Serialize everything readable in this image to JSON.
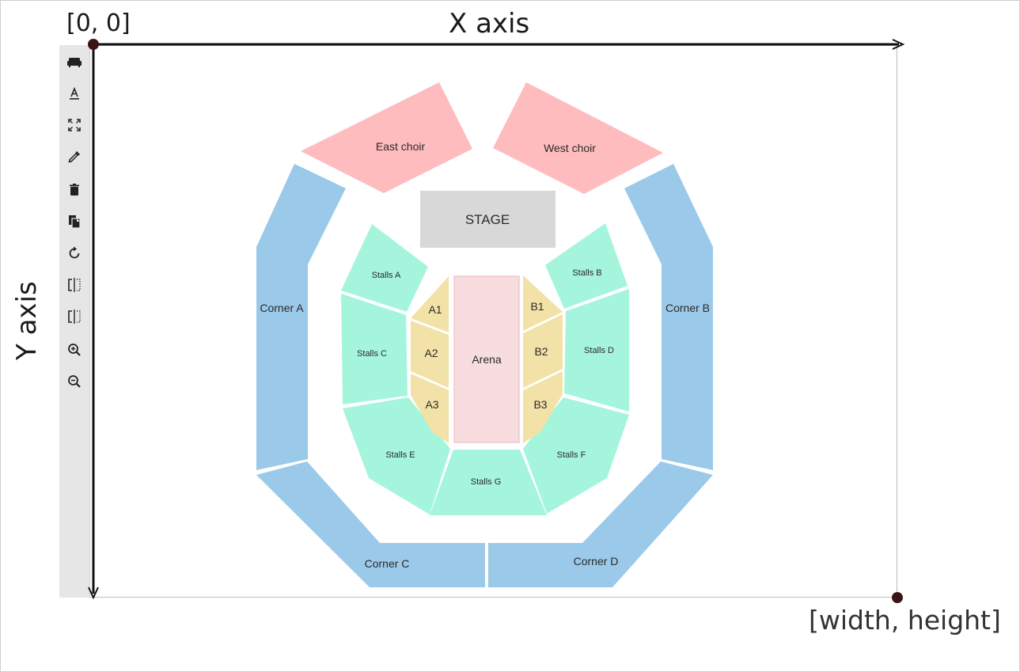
{
  "annotations": {
    "origin": "[0, 0]",
    "x_axis": "X axis",
    "y_axis": "Y axis",
    "extent": "[width, height]"
  },
  "toolbar": {
    "tools": [
      {
        "icon": "sofa-icon"
      },
      {
        "icon": "text-format-icon"
      },
      {
        "icon": "expand-icon"
      },
      {
        "icon": "eyedropper-icon"
      },
      {
        "icon": "trash-icon"
      },
      {
        "icon": "copy-icon"
      },
      {
        "icon": "rotate-icon"
      },
      {
        "icon": "flip-horizontal-icon"
      },
      {
        "icon": "flip-vertical-icon"
      },
      {
        "icon": "zoom-in-icon"
      },
      {
        "icon": "zoom-out-icon"
      }
    ]
  },
  "colors": {
    "choir": "#ffbcbe",
    "corner": "#9bc9ea",
    "stalls": "#a5f5dc",
    "block": "#f3e2a7",
    "arena": "#f7dde0",
    "stage": "#d8d8d8"
  },
  "sections": {
    "east_choir": "East choir",
    "west_choir": "West choir",
    "stage": "STAGE",
    "corner_a": "Corner A",
    "corner_b": "Corner B",
    "corner_c": "Corner C",
    "corner_d": "Corner D",
    "stalls_a": "Stalls A",
    "stalls_b": "Stalls B",
    "stalls_c": "Stalls C",
    "stalls_d": "Stalls D",
    "stalls_e": "Stalls E",
    "stalls_f": "Stalls F",
    "stalls_g": "Stalls G",
    "a1": "A1",
    "a2": "A2",
    "a3": "A3",
    "b1": "B1",
    "b2": "B2",
    "b3": "B3",
    "arena": "Arena"
  }
}
